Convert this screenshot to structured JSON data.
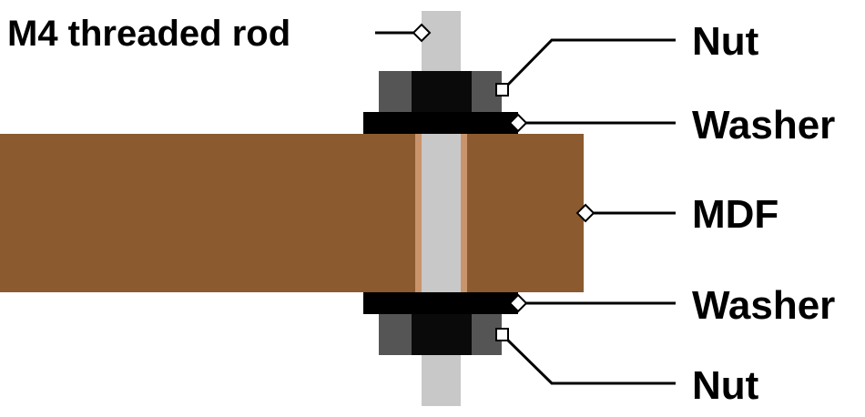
{
  "labels": {
    "rod": "M4 threaded rod",
    "nut_top": "Nut",
    "washer_top": "Washer",
    "mdf": "MDF",
    "washer_bottom": "Washer",
    "nut_bottom": "Nut"
  },
  "colors": {
    "mdf": "#8b5a2e",
    "mdf_hole_edge": "#c9946b",
    "rod": "#c8c8c8",
    "washer": "#000000",
    "nut_center": "#0a0a0a",
    "nut_side": "#555555",
    "leader": "#000000",
    "marker_fill": "#ffffff"
  }
}
